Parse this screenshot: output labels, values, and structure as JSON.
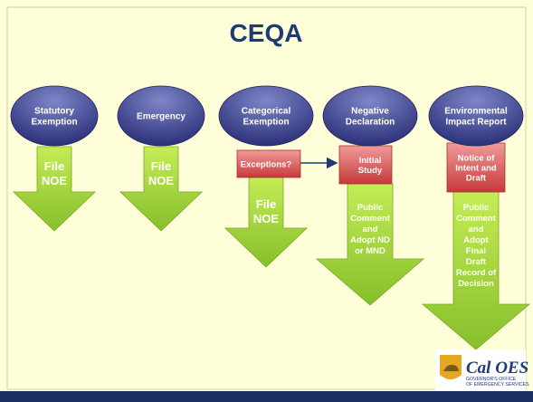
{
  "title": "CEQA",
  "columns": [
    {
      "id": "statutory",
      "oval": [
        "Statutory",
        "Exemption"
      ],
      "box": [],
      "arrow": [
        "File",
        "NOE"
      ]
    },
    {
      "id": "emergency",
      "oval": [
        "Emergency"
      ],
      "box": [],
      "arrow": [
        "File",
        "NOE"
      ]
    },
    {
      "id": "categorical",
      "oval": [
        "Categorical",
        "Exemption"
      ],
      "box": [
        "Exceptions?"
      ],
      "arrow": [
        "File",
        "NOE"
      ]
    },
    {
      "id": "negative",
      "oval": [
        "Negative",
        "Declaration"
      ],
      "box": [
        "Initial",
        "Study"
      ],
      "arrow": [
        "Public",
        "Comment",
        "and",
        "Adopt ND",
        "or MND"
      ]
    },
    {
      "id": "eir",
      "oval": [
        "Environmental",
        "Impact Report"
      ],
      "box": [
        "Notice of",
        "Intent and",
        "Draft"
      ],
      "arrow": [
        "Public",
        "Comment",
        "and",
        "Adopt",
        "Final",
        "Draft",
        "Record of",
        "Decision"
      ]
    }
  ],
  "logo": {
    "name": "Cal OES",
    "line1": "GOVERNOR'S OFFICE",
    "line2": "OF EMERGENCY SERVICES"
  },
  "colors": {
    "background": "#fefed8",
    "title": "#1f3a78",
    "oval_light": "#7e86c8",
    "oval_dark": "#2b3078",
    "box_light": "#f09a9a",
    "box_dark": "#c63a3a",
    "arrow_light": "#c4ec56",
    "arrow_dark": "#86bf2a",
    "connector": "#1f3a78",
    "bottom_bar": "#1c2f62",
    "logo_text": "#1f3a78",
    "logo_gold": "#e5a823"
  }
}
